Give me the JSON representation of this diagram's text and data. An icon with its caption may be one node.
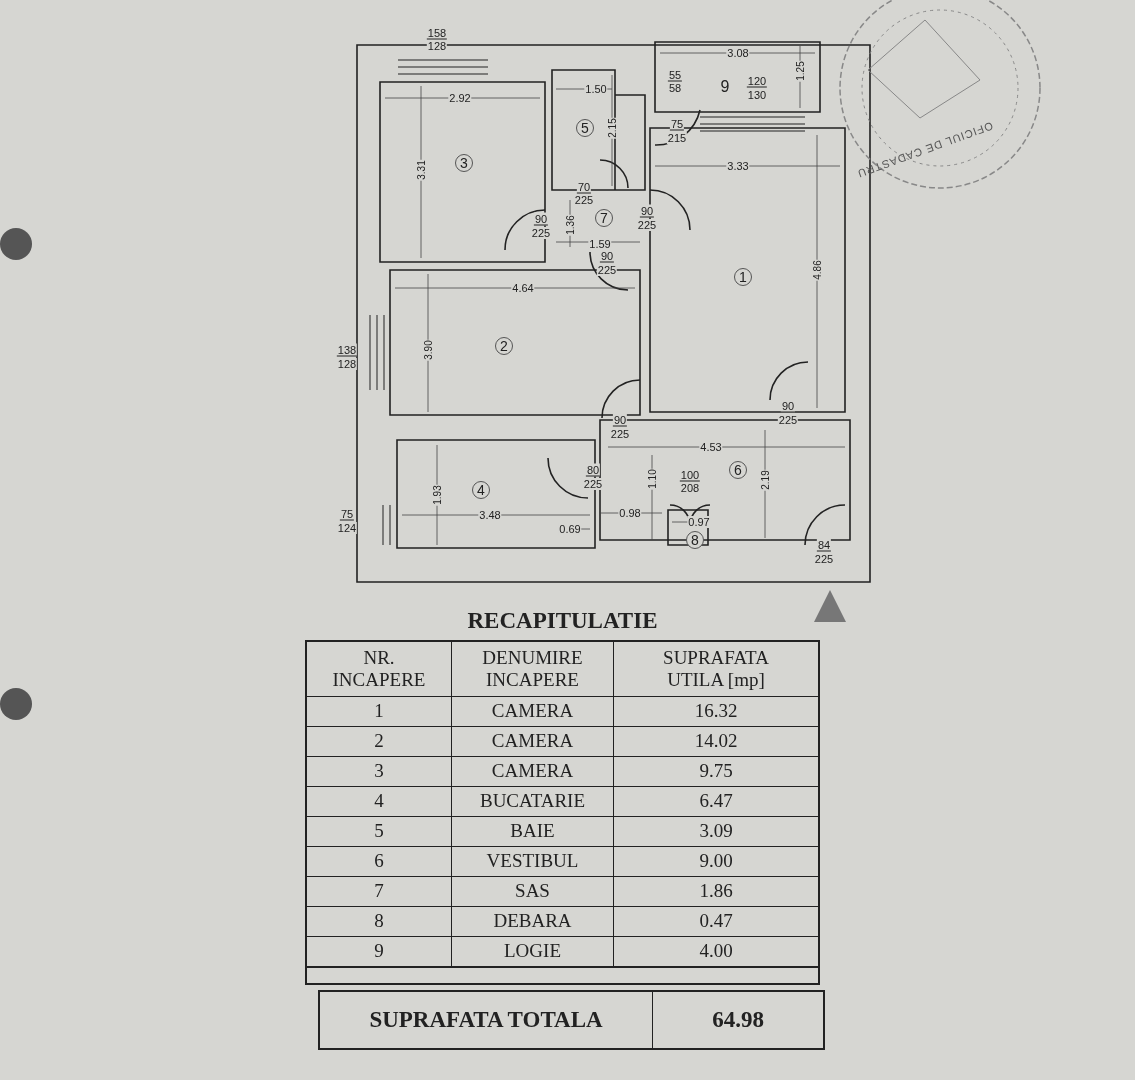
{
  "diagram": {
    "title": "RECAPITULATIE",
    "labels": [
      "158",
      "128",
      "3.08",
      "55",
      "58",
      "9",
      "120",
      "130",
      "1.25",
      "1.50",
      "2.92",
      "5",
      "2.15",
      "75",
      "215",
      "3",
      "3.31",
      "3.33",
      "OFICIUL DE CADASTRU",
      "70",
      "225",
      "90",
      "1.36",
      "7",
      "90",
      "225",
      "225",
      "1.59",
      "90",
      "225",
      "1",
      "4.86",
      "4.64",
      "2",
      "3.90",
      "138",
      "128",
      "90",
      "90",
      "225",
      "225",
      "4.53",
      "80",
      "225",
      "6",
      "100",
      "208",
      "1.10",
      "2.19",
      "4",
      "1.93",
      "75",
      "3.48",
      "0.98",
      "124",
      "0.69",
      "0.97",
      "8",
      "84",
      "225",
      "NR. INCAPERE",
      "DENUMIRE INCAPERE",
      "SUPRAFATA UTILA [mp]",
      "1",
      "CAMERA",
      "16.32",
      "2",
      "CAMERA",
      "14.02",
      "3",
      "CAMERA",
      "9.75",
      "4",
      "BUCATARIE",
      "6.47",
      "5",
      "BAIE",
      "3.09",
      "6",
      "VESTIBUL",
      "9.00",
      "7",
      "SAS",
      "1.86",
      "8",
      "DEBARA",
      "0.47",
      "9",
      "LOGIE",
      "4.00",
      "SUPRAFATA TOTALA",
      "64.98"
    ]
  }
}
